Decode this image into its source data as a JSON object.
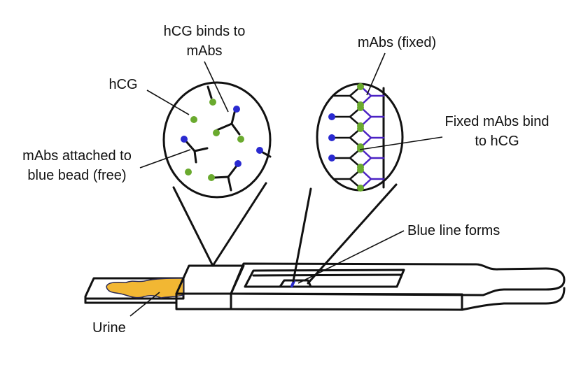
{
  "title": "Pregnancy test strip: hCG detection with monoclonal antibodies",
  "colors": {
    "hcg": "#6aaa2e",
    "blue_bead": "#2a2ad0",
    "fixed_mab": "#4b22c4",
    "urine": "#f2b733",
    "line": "#111111",
    "background": "#ffffff"
  },
  "labels": {
    "hcg_binds": [
      "hCG binds to",
      "mAbs"
    ],
    "hcg": "hCG",
    "mabs_free": [
      "mAbs attached to",
      "blue bead (free)"
    ],
    "mabs_fixed": "mAbs (fixed)",
    "fixed_bind": [
      "Fixed mAbs bind",
      "to hCG"
    ],
    "blue_line": "Blue line forms",
    "urine": "Urine"
  },
  "components": {
    "left_inset": "Free zone: hCG and mAbs attached to blue beads",
    "right_inset": "Test zone: fixed mAbs bound to hCG",
    "test_stick": "Test stick with absorbent tip, window and handle"
  }
}
